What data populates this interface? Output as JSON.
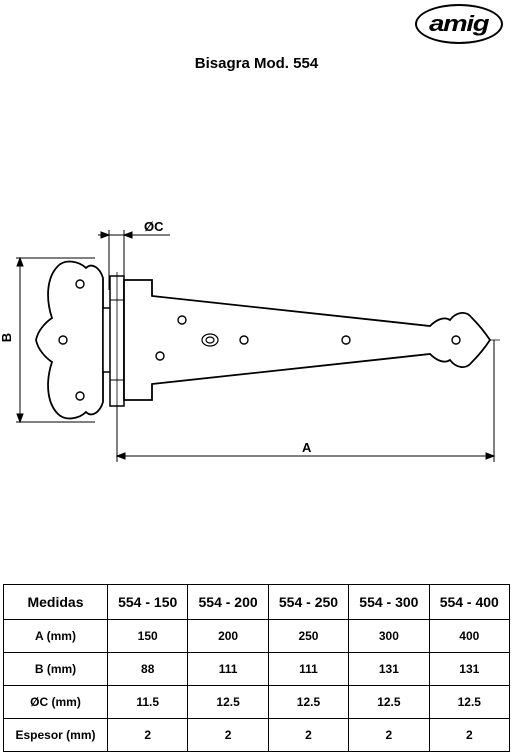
{
  "logo": {
    "text": "amig"
  },
  "title": "Bisagra Mod. 554",
  "dimensions": {
    "a": "A",
    "b": "B",
    "c": "ØC"
  },
  "table": {
    "headers": [
      "Medidas",
      "554 - 150",
      "554 - 200",
      "554 - 250",
      "554 - 300",
      "554 - 400"
    ],
    "rows": [
      {
        "label": "A (mm)",
        "values": [
          "150",
          "200",
          "250",
          "300",
          "400"
        ]
      },
      {
        "label": "B (mm)",
        "values": [
          "88",
          "111",
          "111",
          "131",
          "131"
        ]
      },
      {
        "label": "ØC (mm)",
        "values": [
          "11.5",
          "12.5",
          "12.5",
          "12.5",
          "12.5"
        ]
      },
      {
        "label": "Espesor (mm)",
        "values": [
          "2",
          "2",
          "2",
          "2",
          "2"
        ]
      }
    ]
  }
}
